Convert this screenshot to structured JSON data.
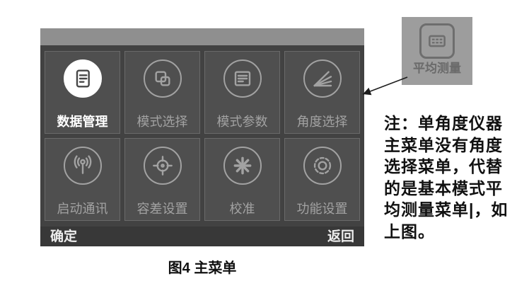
{
  "figure": {
    "caption": "图4 主菜单"
  },
  "screen": {
    "tiles": [
      {
        "label": "数据管理",
        "icon": "document-icon",
        "selected": true
      },
      {
        "label": "模式选择",
        "icon": "layers-icon",
        "selected": false
      },
      {
        "label": "模式参数",
        "icon": "list-icon",
        "selected": false
      },
      {
        "label": "角度选择",
        "icon": "angle-icon",
        "selected": false
      },
      {
        "label": "启动通讯",
        "icon": "antenna-icon",
        "selected": false
      },
      {
        "label": "容差设置",
        "icon": "crosshair-icon",
        "selected": false
      },
      {
        "label": "校准",
        "icon": "wheel-icon",
        "selected": false
      },
      {
        "label": "功能设置",
        "icon": "gear-icon",
        "selected": false
      }
    ],
    "softkeys": {
      "ok": "确定",
      "back": "返回"
    }
  },
  "callout": {
    "label": "平均测量",
    "icon": "grid-icon"
  },
  "note": {
    "lines": [
      "注：单角度仪器",
      "主菜单没有角度",
      "选择菜单，代替",
      "的是基本模式平",
      "均测量菜单|，如",
      "上图。"
    ]
  },
  "colors": {
    "screen_body": "#454545",
    "tile": "#4f4f4f",
    "active": "#ffffff",
    "inactive": "#a2a2a2",
    "softkey_bar": "#383838",
    "callout_bg": "#9d9d9d",
    "callout_fg": "#6e6e6e",
    "note_text": "#111111"
  }
}
